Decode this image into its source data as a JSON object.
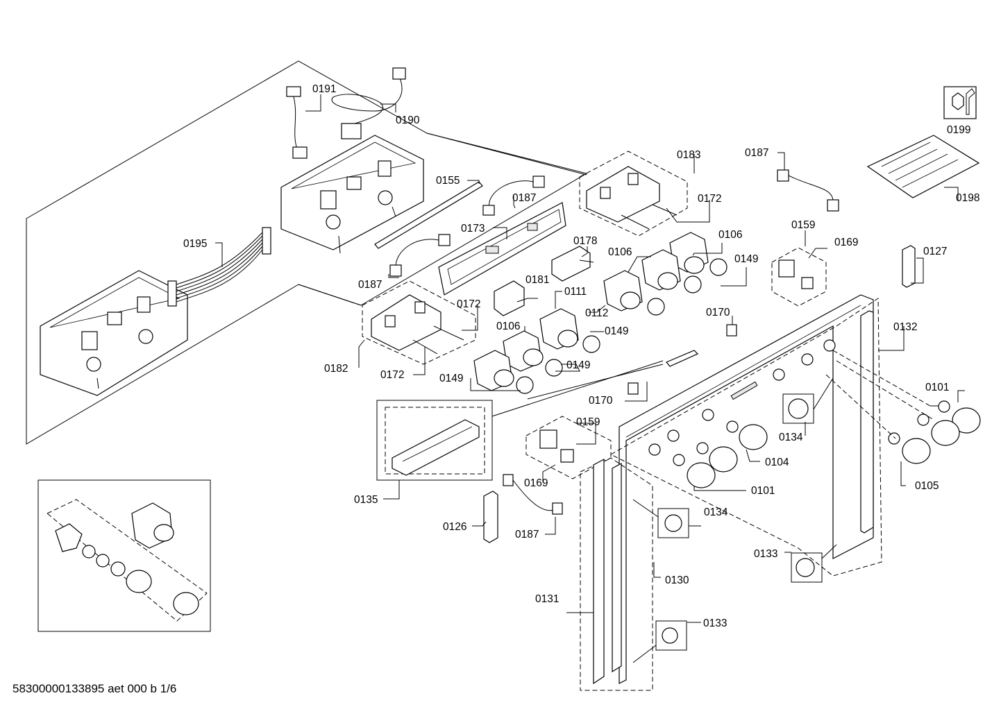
{
  "callouts": {
    "c0191": "0191",
    "c0190": "0190",
    "c0195": "0195",
    "c0155": "0155",
    "c0187a": "0187",
    "c0173": "0173",
    "c0187b": "0187",
    "c0183": "0183",
    "c0172a": "0172",
    "c0187c": "0187",
    "c0199": "0199",
    "c0198": "0198",
    "c0178": "0178",
    "c0106a": "0106",
    "c0106b": "0106",
    "c0149a": "0149",
    "c0159a": "0159",
    "c0169a": "0169",
    "c0127": "0127",
    "c0181": "0181",
    "c0111": "0111",
    "c0112": "0112",
    "c0149b": "0149",
    "c0170a": "0170",
    "c0172b": "0172",
    "c0106c": "0106",
    "c0182": "0182",
    "c0172c": "0172",
    "c0149c": "0149",
    "c0149d": "0149",
    "c0132": "0132",
    "c0170b": "0170",
    "c0101a": "0101",
    "c0159b": "0159",
    "c0134a": "0134",
    "c0104": "0104",
    "c0169b": "0169",
    "c0105": "0105",
    "c0101b": "0101",
    "c0135": "0135",
    "c0134b": "0134",
    "c0126": "0126",
    "c0187d": "0187",
    "c0133a": "0133",
    "c0130": "0130",
    "c0131": "0131",
    "c0133b": "0133"
  },
  "footer": "58300000133895 aet 000 b 1/6",
  "icons": [
    "tool-kit-icon",
    "screw-bag-icon"
  ]
}
